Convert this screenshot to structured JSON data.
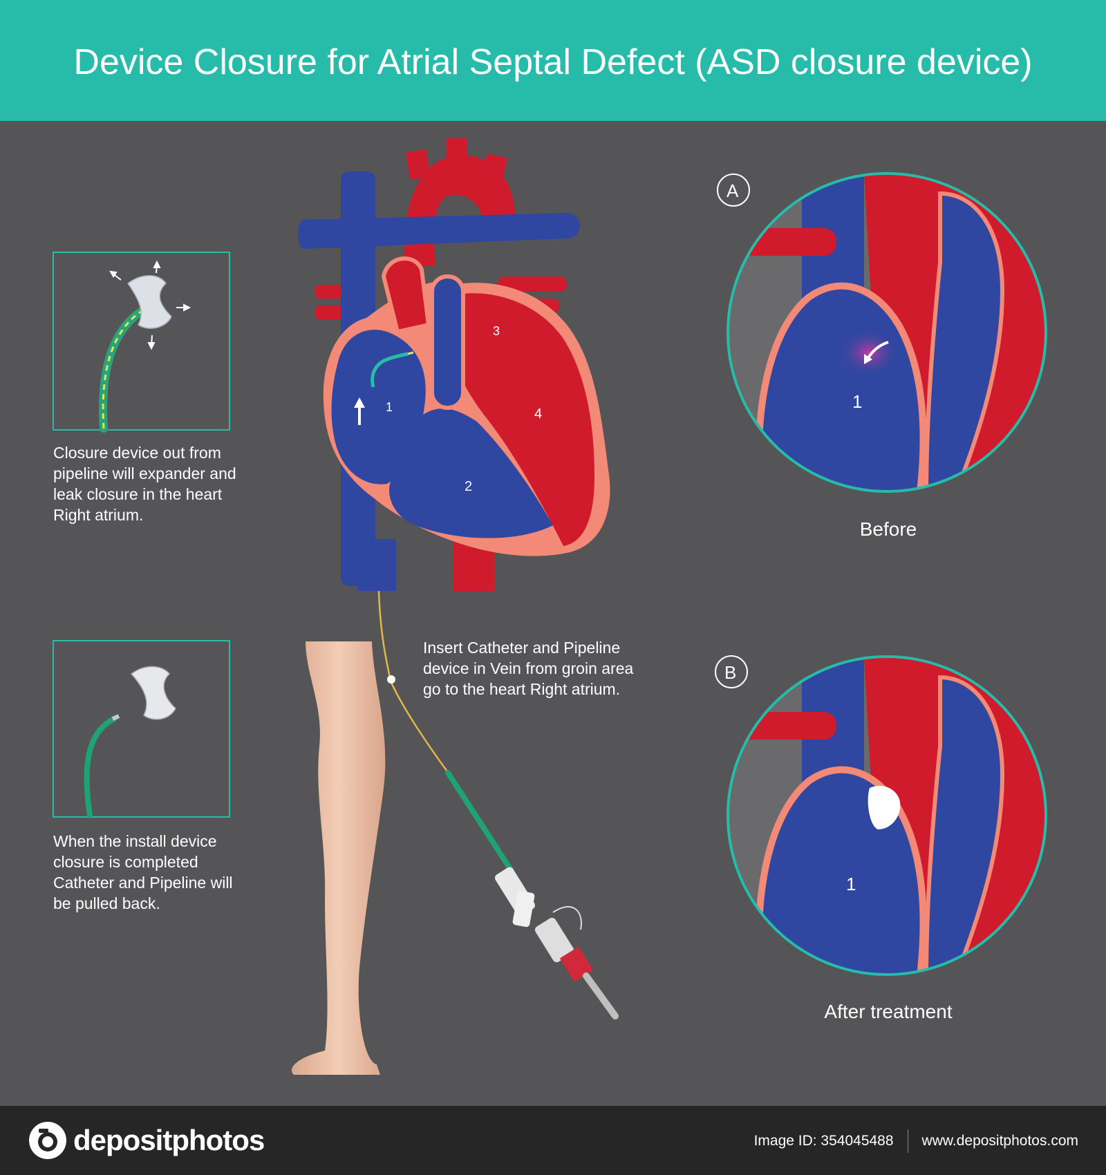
{
  "title": "Device Closure for Atrial Septal Defect (ASD closure device)",
  "panel1_text": "Closure device out from pipeline will expander and leak closure in the heart Right atrium.",
  "panel2_text": "When the install device closure is completed Catheter and Pipeline will be pulled back.",
  "insert_text": "Insert Catheter and Pipeline device in Vein from groin area go to the heart Right atrium.",
  "labels": {
    "circle_a": "A",
    "circle_b": "B",
    "before": "Before",
    "after": "After treatment",
    "heart_1": "1",
    "heart_2": "2",
    "heart_3": "3",
    "heart_4": "4",
    "detail_a_1": "1",
    "detail_b_1": "1"
  },
  "footer": {
    "brand": "depositphotos",
    "image_id": "Image ID: 354045488",
    "url": "www.depositphotos.com"
  },
  "colors": {
    "teal": "#27bba9",
    "background": "#555457",
    "vein_blue": "#2f47a0",
    "artery_red": "#cf1b2c",
    "tissue_pink": "#f28a77",
    "footer": "#262626"
  }
}
